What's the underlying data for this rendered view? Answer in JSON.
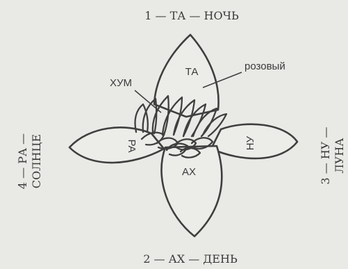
{
  "captions": {
    "top": "1 — ТА — НОЧЬ",
    "bottom": "2 — АХ — ДЕНЬ",
    "left_line1": "4 — РА —",
    "left_line2": "СОЛНЦЕ",
    "right_line1": "3 — НУ —",
    "right_line2": "ЛУНА"
  },
  "petal_labels": {
    "top": "ТА",
    "bottom": "АХ",
    "left": "РА",
    "right": "НУ",
    "center": "ХУМ"
  },
  "annotation": {
    "text": "розовый"
  }
}
